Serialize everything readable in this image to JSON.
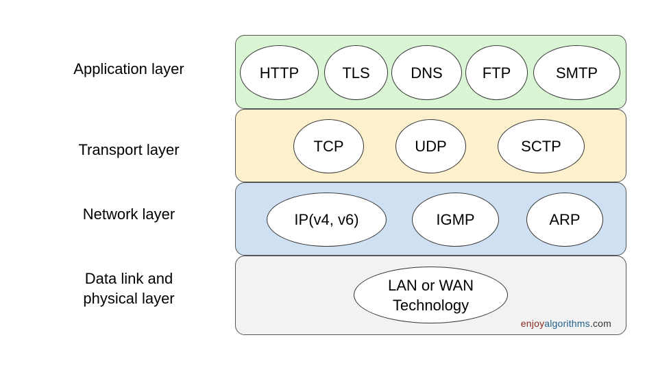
{
  "layers": [
    {
      "label": "Application layer",
      "color": "#d9f5d3",
      "protocols": [
        "HTTP",
        "TLS",
        "DNS",
        "FTP",
        "SMTP"
      ]
    },
    {
      "label": "Transport layer",
      "color": "#fdf0cd",
      "protocols": [
        "TCP",
        "UDP",
        "SCTP"
      ]
    },
    {
      "label": "Network layer",
      "color": "#cfe0f2",
      "protocols": [
        "IP(v4, v6)",
        "IGMP",
        "ARP"
      ]
    },
    {
      "label": "Data link and\nphysical layer",
      "color": "#f2f2f2",
      "protocols": [
        "LAN or WAN\nTechnology"
      ]
    }
  ],
  "watermark": {
    "part1": "enjoy",
    "part2": "algorithms",
    "part3": ".com",
    "color1": "#8b2a1f",
    "color2": "#1f5f8b",
    "color3": "#333333"
  }
}
